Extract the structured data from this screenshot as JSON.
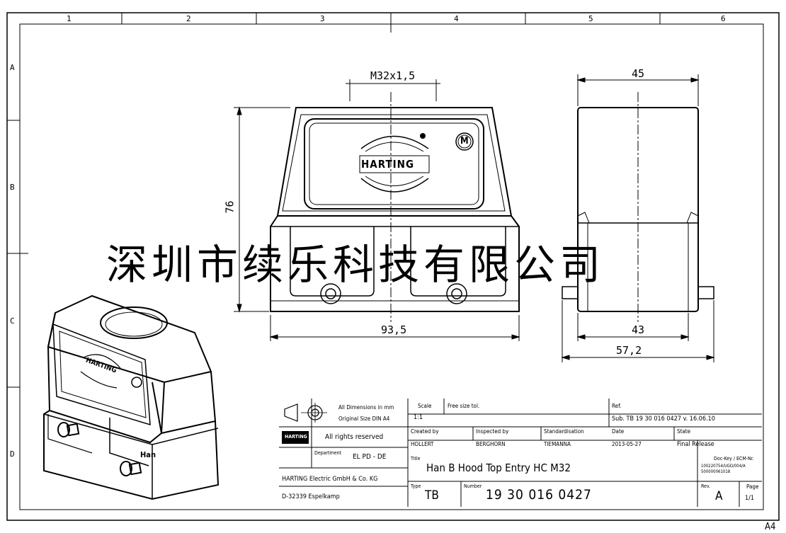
{
  "grid": {
    "columns": [
      "1",
      "2",
      "3",
      "4",
      "5",
      "6"
    ],
    "rows": [
      "A",
      "B",
      "C",
      "D"
    ]
  },
  "dimensions": {
    "thread": "M32x1,5",
    "height": "76",
    "width_front": "93,5",
    "depth_top": "45",
    "depth_inner": "43",
    "depth_total": "57,2"
  },
  "logos": {
    "harting_front": "HARTING",
    "harting_iso": "HARTING",
    "m_mark": "M",
    "han_mark": "Han"
  },
  "watermark": "深圳市续乐科技有限公司",
  "title_block": {
    "dims_note": "All Dimensions in mm",
    "original_size": "Original Size DIN A4",
    "rights": "All rights reserved",
    "department_label": "Department",
    "department": "EL PD - DE",
    "company": "HARTING Electric GmbH & Co. KG",
    "address": "D-32339 Espelkamp",
    "scale_label": "Scale",
    "scale": "1:1",
    "free_size_tol": "Free size tol.",
    "ref_label": "Ref.",
    "sub": "Sub. TB 19 30 016 0427 v. 16.06.10",
    "created_by_label": "Created by",
    "created_by": "HOLLERT",
    "inspected_by_label": "Inspected by",
    "inspected_by": "BERGHORN",
    "standardisation_label": "Standardisation",
    "standardisation": "TIEMANNA",
    "date_label": "Date",
    "date": "2013-05-27",
    "state_label": "State",
    "state": "Final Release",
    "title_label": "Title",
    "title": "Han B Hood Top Entry HC M32",
    "doc_key_label": "Doc-Key / ECM-Nr.",
    "doc_key_1": "100220754/UGD/004/A",
    "doc_key_2": "500000061018",
    "type_label": "Type",
    "type": "TB",
    "number_label": "Number",
    "number": "19 30 016 0427",
    "rev_label": "Rev.",
    "rev": "A",
    "page_label": "Page",
    "page": "1/1"
  },
  "sheet_size": "A4"
}
